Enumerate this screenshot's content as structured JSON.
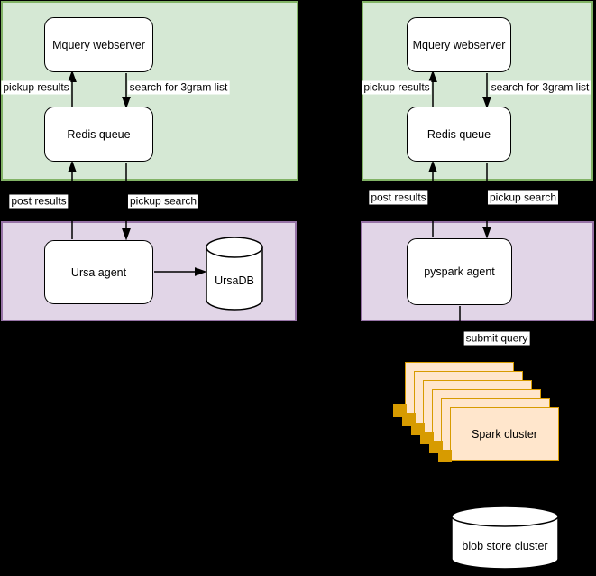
{
  "left": {
    "webserver": "Mquery webserver",
    "queue": "Redis queue",
    "agent": "Ursa agent",
    "database": "UrsaDB",
    "pickup_results": "pickup results",
    "search_3gram": "search for 3gram list",
    "post_results": "post results",
    "pickup_search": "pickup search"
  },
  "right": {
    "webserver": "Mquery webserver",
    "queue": "Redis queue",
    "agent": "pyspark agent",
    "pickup_results": "pickup results",
    "search_3gram": "search for 3gram list",
    "post_results": "post results",
    "pickup_search": "pickup search",
    "submit_query": "submit query",
    "spark_cluster": "Spark cluster",
    "blob_store": "blob store cluster"
  },
  "colors": {
    "background": "#000000",
    "section_green_fill": "#d5e8d4",
    "section_green_stroke": "#82b366",
    "section_purple_fill": "#e1d5e7",
    "section_purple_stroke": "#9673a6",
    "spark_card_fill": "#ffe6cc",
    "spark_card_stroke": "#d79b00",
    "node_fill": "#ffffff",
    "node_stroke": "#000000",
    "connector": "#000000"
  }
}
